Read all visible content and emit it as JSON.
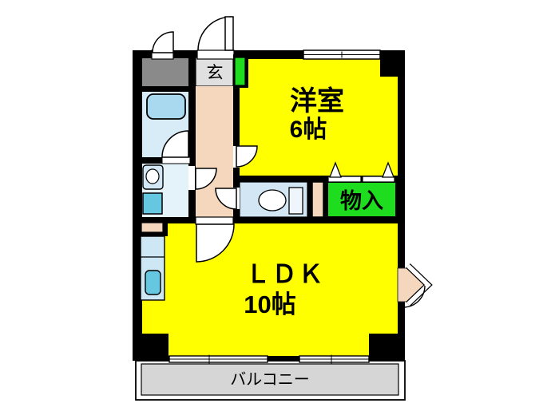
{
  "floor_plan": {
    "labels": {
      "genkan": "玄",
      "western_room": "洋室",
      "western_room_size": "6帖",
      "closet": "物入",
      "ldk": "ＬＤＫ",
      "ldk_size": "10帖",
      "balcony": "バルコニー"
    },
    "colors": {
      "wall": "#000000",
      "room_yellow": "#ffff00",
      "closet_green": "#1edc1e",
      "hall_beige": "#f4d7bd",
      "genkan_gray": "#e0e0e0",
      "utility_gray": "#8a8a8a",
      "balcony_gray": "#d6d6d6",
      "bath_blue": "#d8ecf8",
      "washroom_blue": "#e4f2fa",
      "toilet_blue": "#d2e7f3",
      "tub_blue": "#a9d9ee",
      "appliance_cyan": "#66c8e0",
      "counter_blue": "#cde7f4",
      "fixture_white": "#ffffff"
    }
  }
}
